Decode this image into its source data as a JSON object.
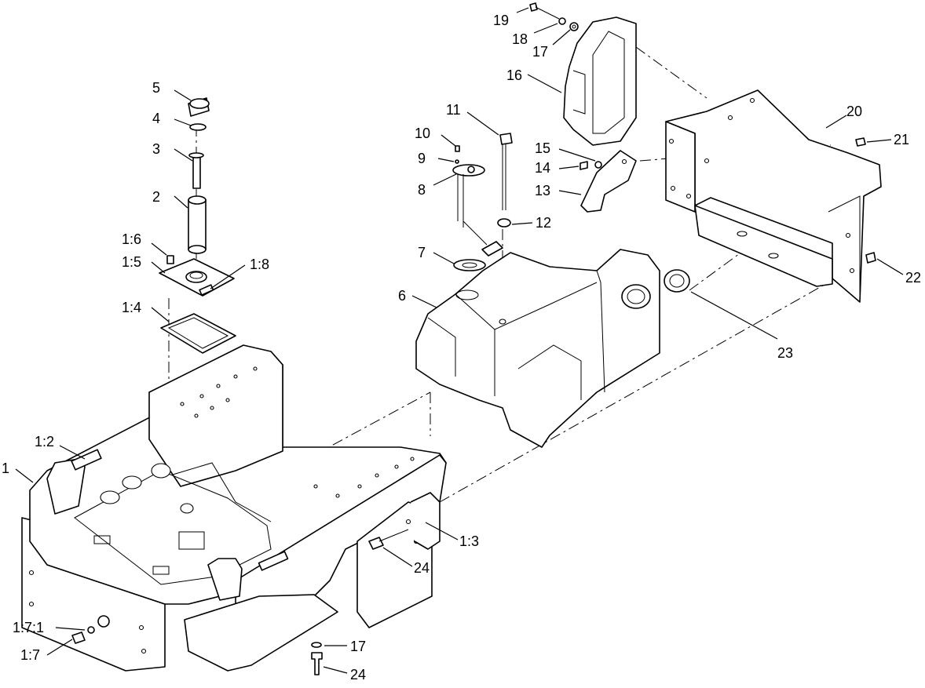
{
  "callouts": [
    {
      "id": "c5",
      "text": "5"
    },
    {
      "id": "c4",
      "text": "4"
    },
    {
      "id": "c3",
      "text": "3"
    },
    {
      "id": "c2",
      "text": "2"
    },
    {
      "id": "c1_6",
      "text": "1:6"
    },
    {
      "id": "c1_5",
      "text": "1:5"
    },
    {
      "id": "c1_8",
      "text": "1:8"
    },
    {
      "id": "c1_4",
      "text": "1:4"
    },
    {
      "id": "c1_2",
      "text": "1:2"
    },
    {
      "id": "c1",
      "text": "1"
    },
    {
      "id": "c1_7_1",
      "text": "1:7:1"
    },
    {
      "id": "c1_7",
      "text": "1:7"
    },
    {
      "id": "c11",
      "text": "11"
    },
    {
      "id": "c10",
      "text": "10"
    },
    {
      "id": "c9",
      "text": "9"
    },
    {
      "id": "c8",
      "text": "8"
    },
    {
      "id": "c7",
      "text": "7"
    },
    {
      "id": "c6",
      "text": "6"
    },
    {
      "id": "c12",
      "text": "12"
    },
    {
      "id": "c19",
      "text": "19"
    },
    {
      "id": "c18",
      "text": "18"
    },
    {
      "id": "c17a",
      "text": "17"
    },
    {
      "id": "c16",
      "text": "16"
    },
    {
      "id": "c15",
      "text": "15"
    },
    {
      "id": "c14",
      "text": "14"
    },
    {
      "id": "c13",
      "text": "13"
    },
    {
      "id": "c20",
      "text": "20"
    },
    {
      "id": "c21",
      "text": "21"
    },
    {
      "id": "c22",
      "text": "22"
    },
    {
      "id": "c23",
      "text": "23"
    },
    {
      "id": "c1_3",
      "text": "1:3"
    },
    {
      "id": "c24a",
      "text": "24"
    },
    {
      "id": "c17b",
      "text": "17"
    },
    {
      "id": "c24b",
      "text": "24"
    }
  ]
}
